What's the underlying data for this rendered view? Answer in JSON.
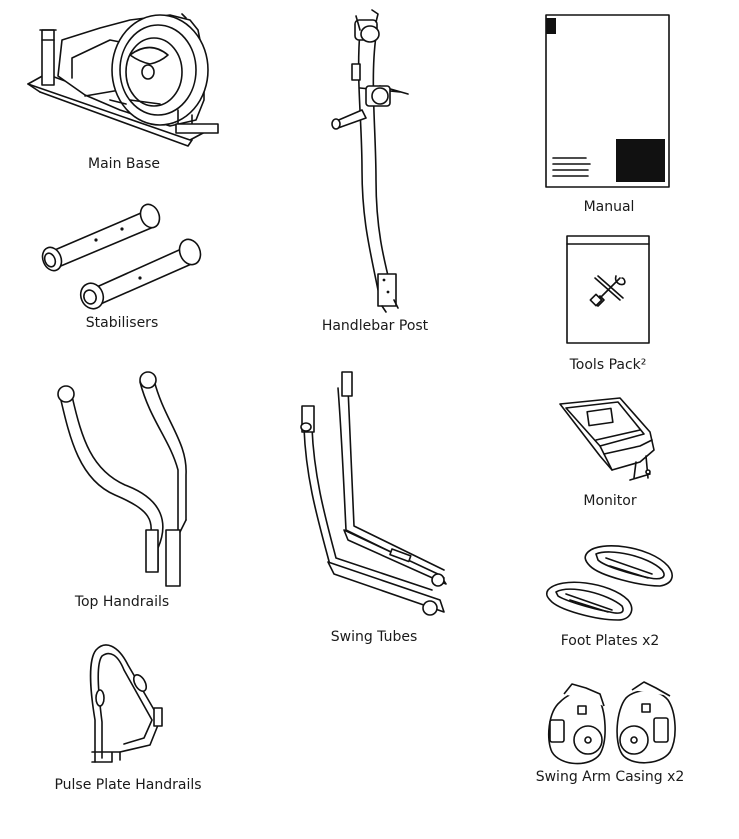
{
  "parts": {
    "main_base": {
      "label": "Main Base",
      "icon": "main-base-icon"
    },
    "stabilisers": {
      "label": "Stabilisers",
      "icon": "stabilisers-icon"
    },
    "top_handrails": {
      "label": "Top Handrails",
      "icon": "top-handrails-icon"
    },
    "pulse_plate_handrails": {
      "label": "Pulse Plate Handrails",
      "icon": "pulse-plate-handrails-icon"
    },
    "handlebar_post": {
      "label": "Handlebar Post",
      "icon": "handlebar-post-icon"
    },
    "swing_tubes": {
      "label": "Swing Tubes",
      "icon": "swing-tubes-icon"
    },
    "manual": {
      "label": "Manual",
      "icon": "manual-icon"
    },
    "tools_pack": {
      "label": "Tools Pack²",
      "icon": "tools-pack-icon"
    },
    "monitor": {
      "label": "Monitor",
      "icon": "monitor-icon"
    },
    "foot_plates": {
      "label": "Foot Plates x2",
      "icon": "foot-plates-icon"
    },
    "swing_arm_casing": {
      "label": "Swing Arm Casing x2",
      "icon": "swing-arm-casing-icon"
    }
  }
}
